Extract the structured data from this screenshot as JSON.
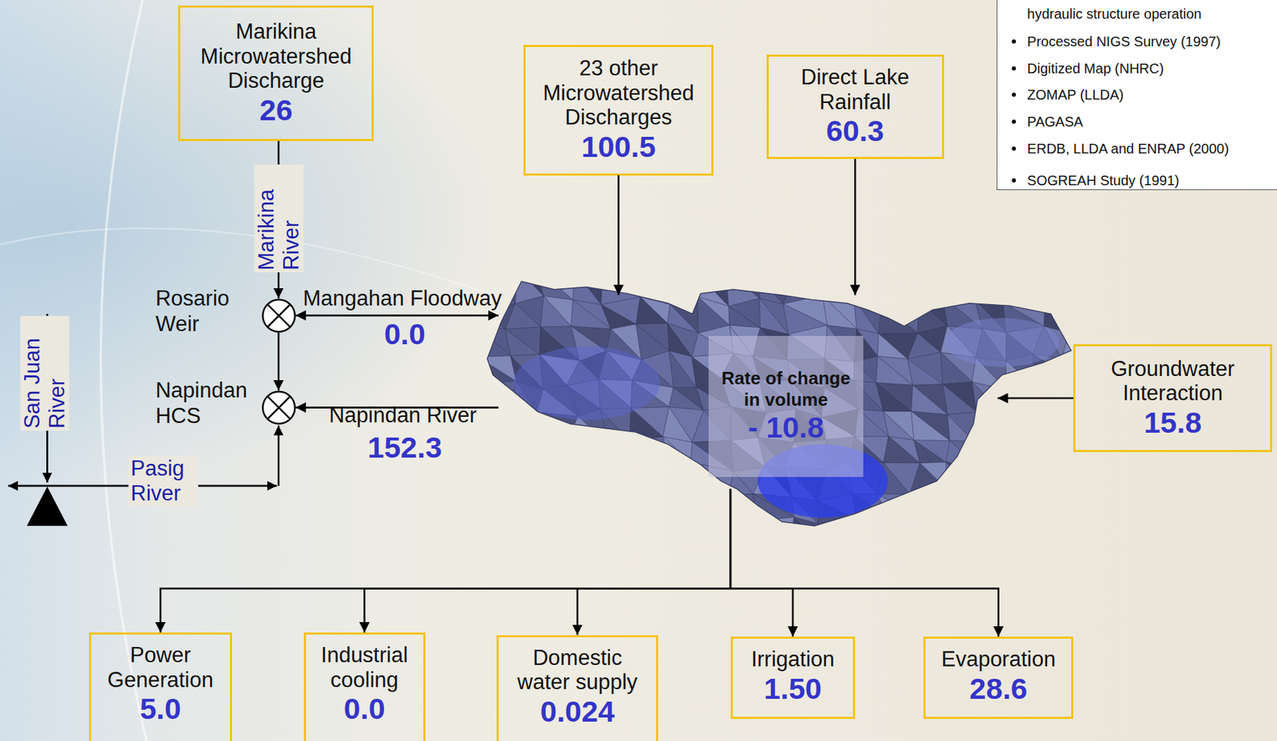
{
  "diagram": {
    "nodes": [
      {
        "text": [
          "Marikina Microwatershed Discharge",
          "26"
        ]
      },
      {
        "text": [
          "23 other Microwatershed Discharges",
          "100.5"
        ]
      },
      {
        "text": [
          "Direct Lake Rainfall",
          "60.3"
        ]
      },
      {
        "text": [
          "hydraulic structure operation",
          "Processed NIGS Survey (1997)",
          "Digitized Map (NHRC)",
          "ZOMAP (LLDA)",
          "PAGASA",
          "ERDB, LLDA and ENRAP (2000)",
          "SOGREAH Study (1991)"
        ]
      },
      {
        "text": [
          "Rosario Weir"
        ]
      },
      {
        "text": [
          "Napindan HCS"
        ]
      },
      {
        "text": [
          "Rate of change in volume",
          "- 10.8"
        ]
      },
      {
        "text": [
          "Groundwater Interaction",
          "15.8"
        ]
      },
      {
        "text": [
          "Power Generation",
          "5.0"
        ]
      },
      {
        "text": [
          "Industrial cooling",
          "0.0"
        ]
      },
      {
        "text": [
          "Domestic water supply",
          "0.024"
        ]
      },
      {
        "text": [
          "Irrigation",
          "1.50"
        ]
      },
      {
        "text": [
          "Evaporation",
          "28.6"
        ]
      }
    ],
    "edges": [
      {
        "from": 0,
        "to": 4,
        "arrow": "to",
        "label": "Marikina River"
      },
      {
        "from": 4,
        "to": 5,
        "arrow": "to"
      },
      {
        "from": 4,
        "to": 6,
        "arrow": "both",
        "label": "Mangahan Floodway"
      },
      {
        "from": 6,
        "to": 5,
        "arrow": "to",
        "label": "Napindan River"
      },
      {
        "from": 1,
        "to": 6,
        "arrow": "to"
      },
      {
        "from": 2,
        "to": 6,
        "arrow": "to"
      },
      {
        "from": 7,
        "to": 6,
        "arrow": "to"
      },
      {
        "from": 6,
        "to": 8,
        "arrow": "to"
      },
      {
        "from": 6,
        "to": 9,
        "arrow": "to"
      },
      {
        "from": 6,
        "to": 10,
        "arrow": "to"
      },
      {
        "from": 6,
        "to": 11,
        "arrow": "to"
      },
      {
        "from": 6,
        "to": 12,
        "arrow": "to"
      }
    ],
    "labels": [
      "0.0",
      "152.3",
      "Pasig River",
      "San Juan River"
    ]
  }
}
